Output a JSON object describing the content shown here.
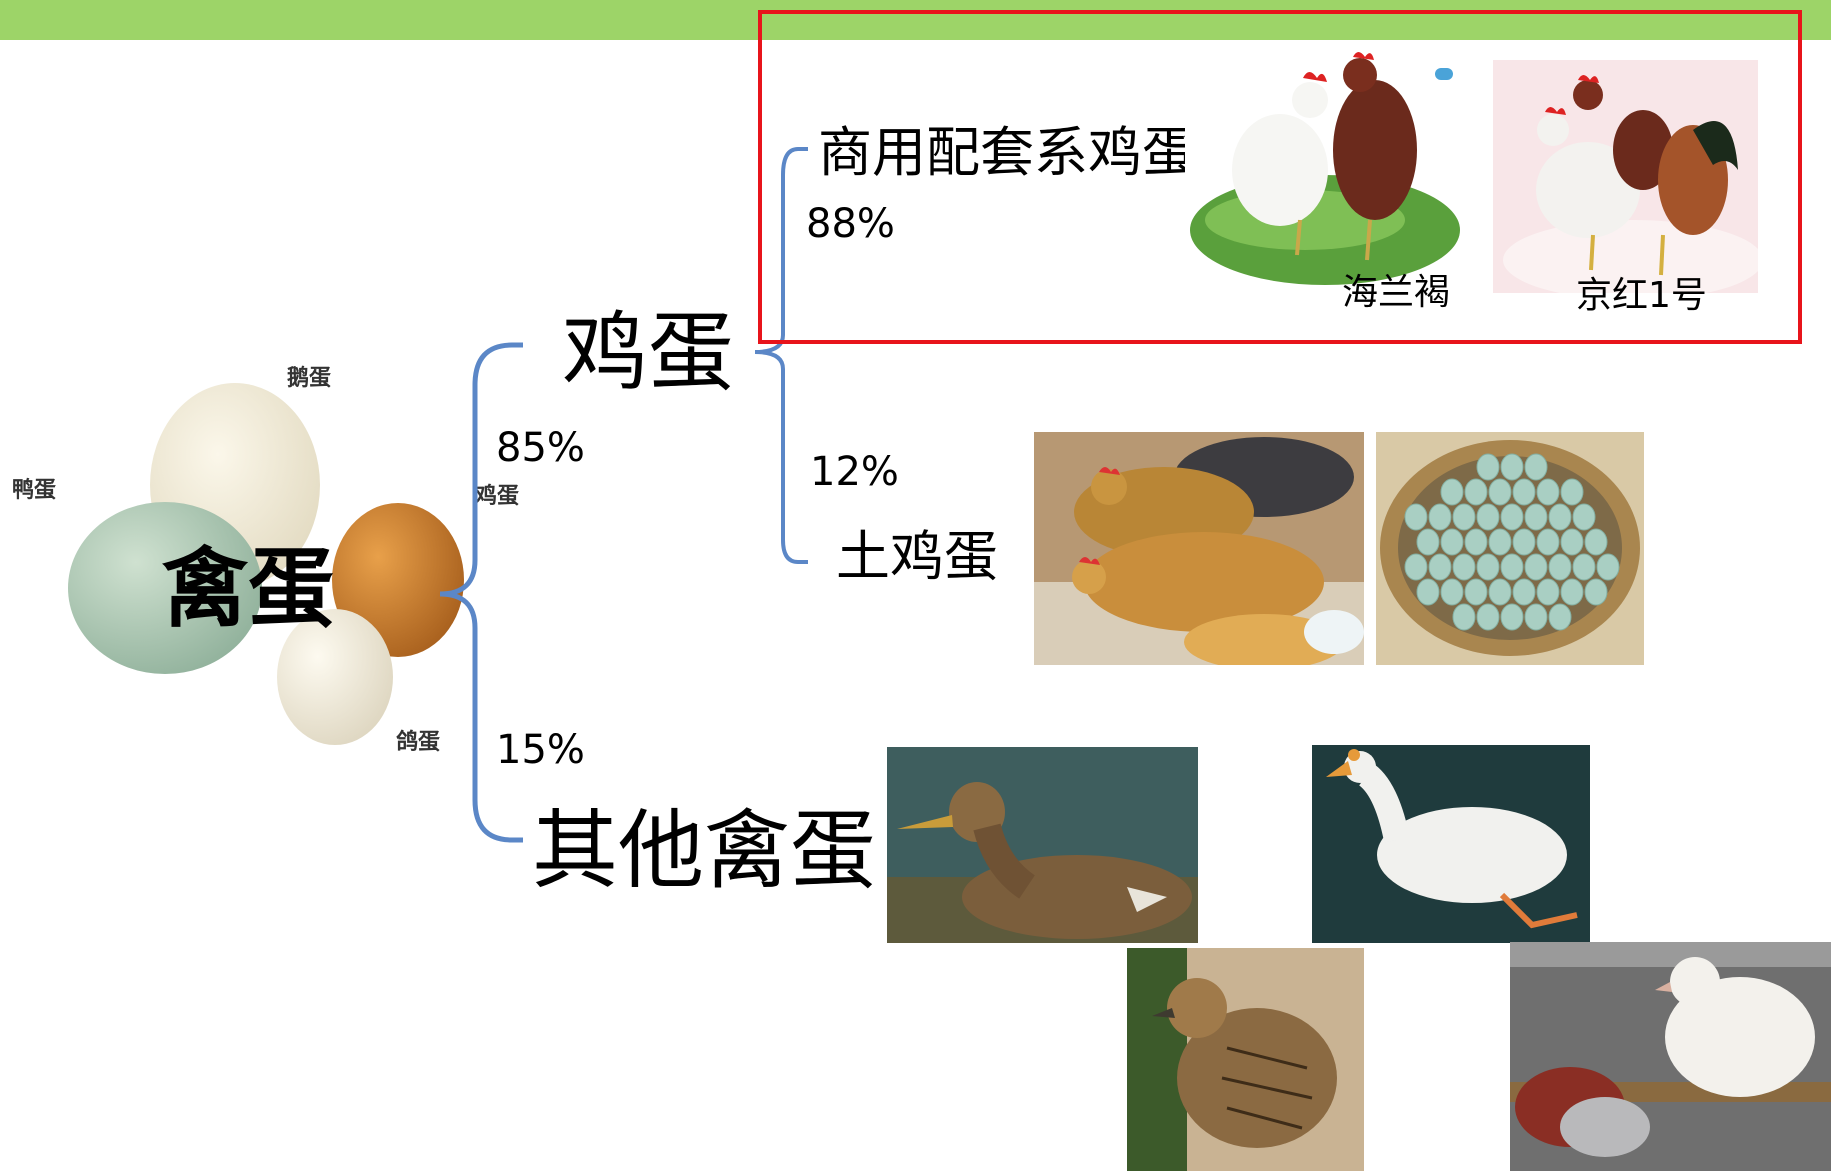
{
  "root_label": "禽蛋",
  "egg_labels": {
    "goose": "鹅蛋",
    "duck": "鸭蛋",
    "chicken": "鸡蛋",
    "pigeon": "鸽蛋"
  },
  "branches": {
    "chicken": {
      "label": "鸡蛋",
      "share": "85%"
    },
    "other": {
      "label": "其他禽蛋",
      "share": "15%"
    }
  },
  "chicken_sub": {
    "commercial": {
      "label": "商用配套系鸡蛋",
      "share": "88%"
    },
    "native": {
      "label": "土鸡蛋",
      "share": "12%"
    }
  },
  "breeds": {
    "hyline": "海兰褐",
    "jinghong": "京红1号"
  },
  "colors": {
    "header_bar": "#9dd468",
    "bracket": "#5b87c7",
    "highlight_border": "#e8141b"
  }
}
